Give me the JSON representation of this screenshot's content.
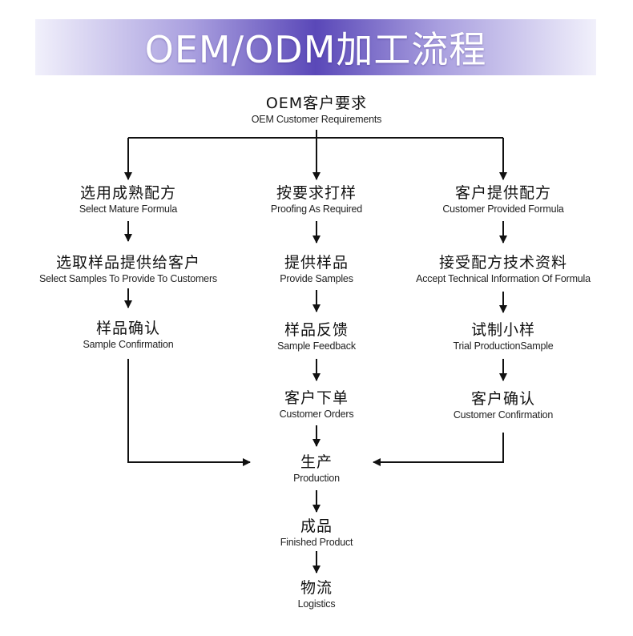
{
  "title": "OEM/ODM加工流程",
  "nodes": {
    "top": {
      "zh": "OEM客户要求",
      "en": "OEM Customer Requirements"
    },
    "l1": {
      "zh": "选用成熟配方",
      "en": "Select Mature Formula"
    },
    "l2": {
      "zh": "选取样品提供给客户",
      "en": "Select Samples To Provide To Customers"
    },
    "l3": {
      "zh": "样品确认",
      "en": "Sample Confirmation"
    },
    "m1": {
      "zh": "按要求打样",
      "en": "Proofing As Required"
    },
    "m2": {
      "zh": "提供样品",
      "en": "Provide Samples"
    },
    "m3": {
      "zh": "样品反馈",
      "en": "Sample Feedback"
    },
    "m4": {
      "zh": "客户下单",
      "en": "Customer Orders"
    },
    "r1": {
      "zh": "客户提供配方",
      "en": "Customer Provided Formula"
    },
    "r2": {
      "zh": "接受配方技术资料",
      "en": "Accept Technical Information Of Formula"
    },
    "r3": {
      "zh": "试制小样",
      "en": "Trial ProductionSample"
    },
    "r4": {
      "zh": "客户确认",
      "en": "Customer Confirmation"
    },
    "prod": {
      "zh": "生产",
      "en": "Production"
    },
    "fin": {
      "zh": "成品",
      "en": "Finished Product"
    },
    "log": {
      "zh": "物流",
      "en": "Logistics"
    }
  }
}
